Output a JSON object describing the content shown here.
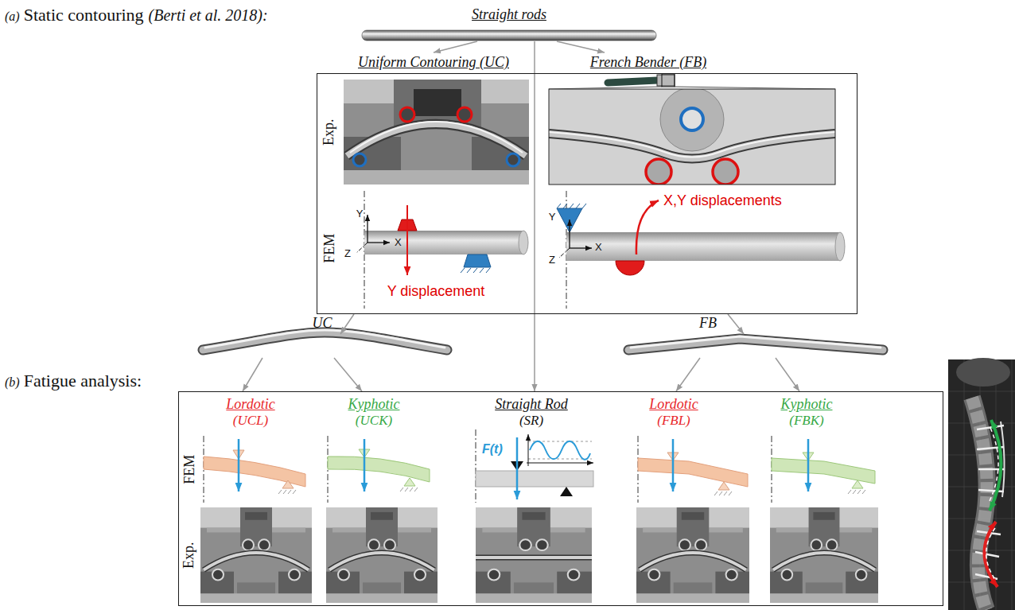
{
  "diagram": {
    "nodes": [
      {
        "text": [
          "Straight rods"
        ]
      },
      {
        "text": [
          "Exp.",
          "FEM"
        ]
      },
      {
        "text": [
          "Uniform Contouring (UC)"
        ],
        "in": 1
      },
      {
        "text": [
          "French Bender (FB)"
        ],
        "in": 1
      },
      {
        "text": [
          "UC"
        ]
      },
      {
        "text": [
          "FB"
        ]
      },
      {
        "text": [
          "FEM",
          "Exp."
        ]
      },
      {
        "text": [
          "Lordotic",
          "(UCL)"
        ],
        "in": 6
      },
      {
        "text": [
          "Kyphotic",
          "(UCK)"
        ],
        "in": 6
      },
      {
        "text": [
          "Straight Rod",
          "(SR)"
        ],
        "in": 6
      },
      {
        "text": [
          "Lordotic",
          "(FBL)"
        ],
        "in": 6
      },
      {
        "text": [
          "Kyphotic",
          "(FBK)"
        ],
        "in": 6
      }
    ],
    "edges": [
      {
        "from": 0,
        "to": 2,
        "arrow": "to"
      },
      {
        "from": 0,
        "to": 3,
        "arrow": "to"
      },
      {
        "from": 0,
        "to": 9,
        "arrow": "to"
      },
      {
        "from": 1,
        "to": 4,
        "arrow": "to"
      },
      {
        "from": 1,
        "to": 5,
        "arrow": "to"
      },
      {
        "from": 4,
        "to": 7,
        "arrow": "to"
      },
      {
        "from": 4,
        "to": 8,
        "arrow": "to"
      },
      {
        "from": 5,
        "to": 10,
        "arrow": "to"
      },
      {
        "from": 5,
        "to": 11,
        "arrow": "to"
      }
    ],
    "labels": [
      "(a)",
      "Static contouring",
      "(Berti et al. 2018):",
      "Y",
      "X",
      "Z",
      "Y displacement",
      "Y",
      "X",
      "Z",
      "X,Y displacements",
      "(b)",
      "Fatigue analysis:",
      "F(t)"
    ]
  }
}
